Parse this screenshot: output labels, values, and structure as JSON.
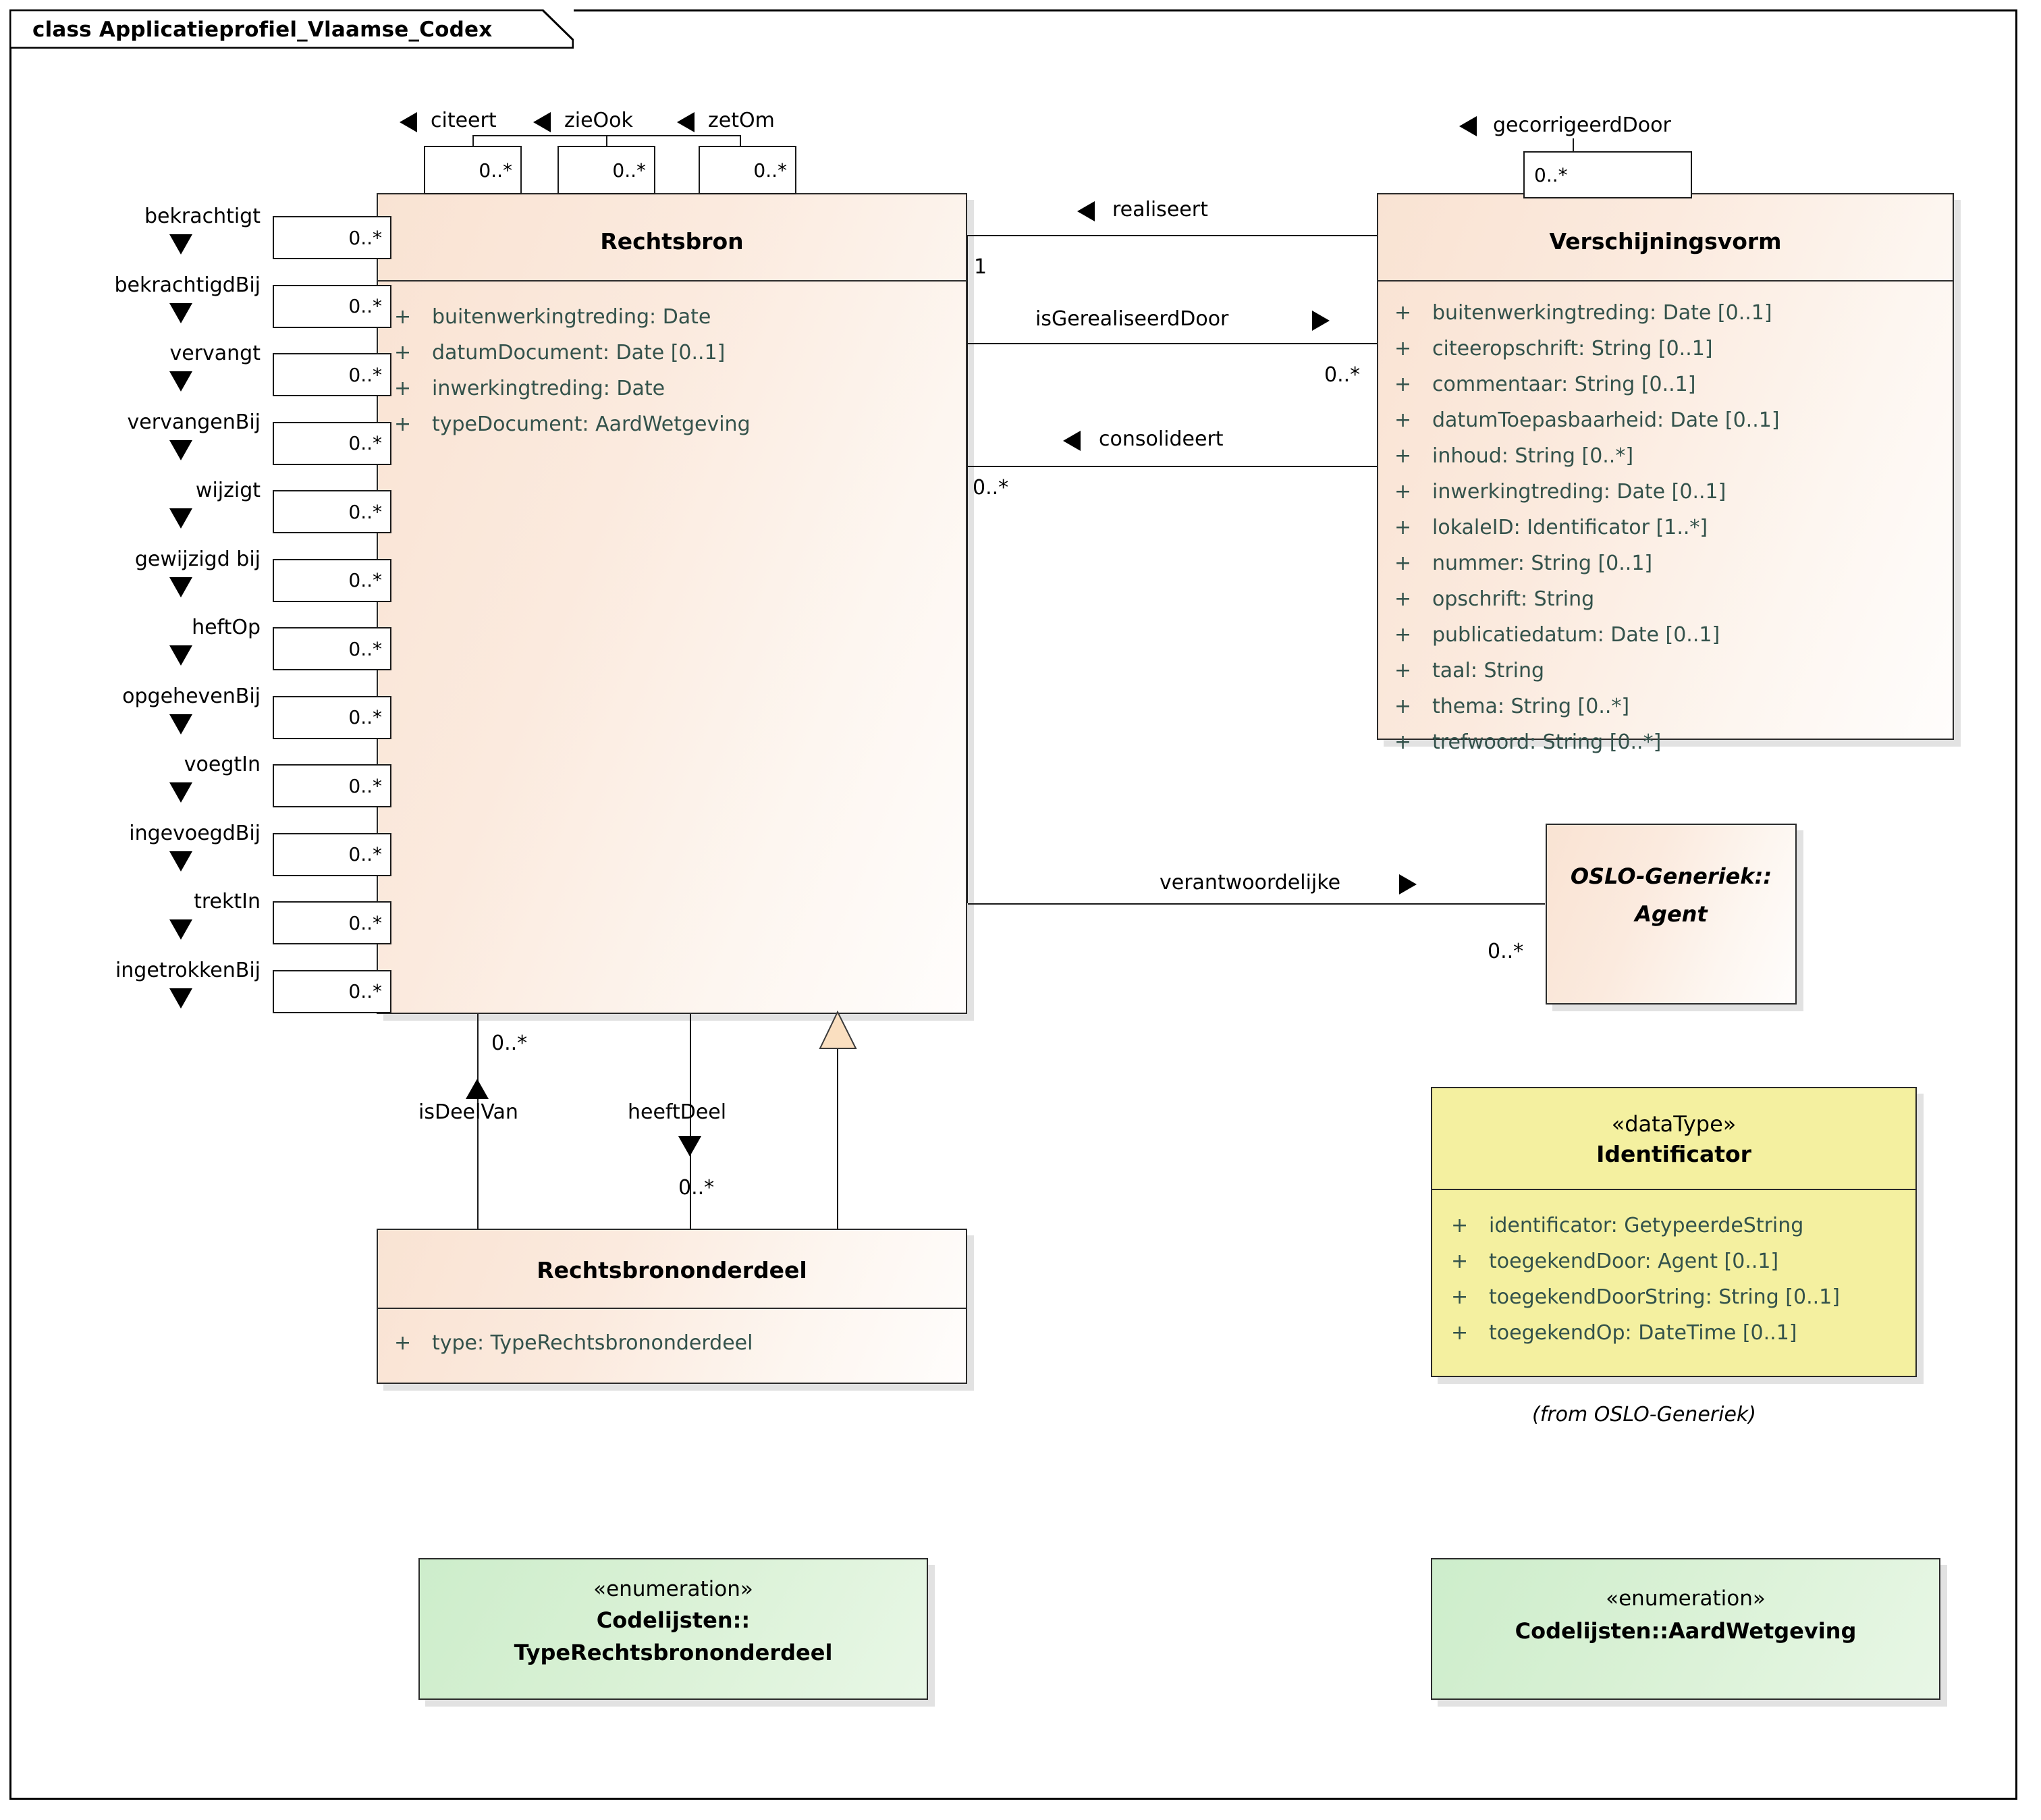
{
  "diagram": {
    "frame_title": "class Applicatieprofiel_Vlaamse_Codex",
    "colors": {
      "class_fill": "#fbeade",
      "datatype_fill": "#f4f0a0",
      "enum_fill": "#d9f1d5",
      "line": "#1a1a1a",
      "attr_text": "#33524b"
    }
  },
  "classes": {
    "rechtsbron": {
      "name": "Rechtsbron",
      "attributes": [
        {
          "visibility": "+",
          "text": "buitenwerkingtreding: Date"
        },
        {
          "visibility": "+",
          "text": "datumDocument: Date [0..1]"
        },
        {
          "visibility": "+",
          "text": "inwerkingtreding: Date"
        },
        {
          "visibility": "+",
          "text": "typeDocument: AardWetgeving"
        }
      ]
    },
    "verschijningsvorm": {
      "name": "Verschijningsvorm",
      "attributes": [
        {
          "visibility": "+",
          "text": "buitenwerkingtreding: Date [0..1]"
        },
        {
          "visibility": "+",
          "text": "citeeropschrift: String [0..1]"
        },
        {
          "visibility": "+",
          "text": "commentaar: String [0..1]"
        },
        {
          "visibility": "+",
          "text": "datumToepasbaarheid: Date [0..1]"
        },
        {
          "visibility": "+",
          "text": "inhoud: String [0..*]"
        },
        {
          "visibility": "+",
          "text": "inwerkingtreding: Date [0..1]"
        },
        {
          "visibility": "+",
          "text": "lokaleID: Identificator [1..*]"
        },
        {
          "visibility": "+",
          "text": "nummer: String [0..1]"
        },
        {
          "visibility": "+",
          "text": "opschrift: String"
        },
        {
          "visibility": "+",
          "text": "publicatiedatum: Date [0..1]"
        },
        {
          "visibility": "+",
          "text": "taal: String"
        },
        {
          "visibility": "+",
          "text": "thema: String [0..*]"
        },
        {
          "visibility": "+",
          "text": "trefwoord: String [0..*]"
        }
      ]
    },
    "agent": {
      "name_line1": "OSLO-Generiek::",
      "name_line2": "Agent"
    },
    "rechtsbrononderdeel": {
      "name": "Rechtsbrononderdeel",
      "attributes": [
        {
          "visibility": "+",
          "text": "type: TypeRechtsbrononderdeel"
        }
      ]
    },
    "identificator": {
      "stereotype": "«dataType»",
      "name": "Identificator",
      "attributes": [
        {
          "visibility": "+",
          "text": "identificator: GetypeerdeString"
        },
        {
          "visibility": "+",
          "text": "toegekendDoor: Agent [0..1]"
        },
        {
          "visibility": "+",
          "text": "toegekendDoorString: String [0..1]"
        },
        {
          "visibility": "+",
          "text": "toegekendOp: DateTime [0..1]"
        }
      ],
      "from_note": "(from OSLO-Generiek)"
    },
    "enum_typerechtsbrononderdeel": {
      "stereotype": "«enumeration»",
      "name_line1": "Codelijsten::",
      "name_line2": "TypeRechtsbrononderdeel"
    },
    "enum_aardwetgeving": {
      "stereotype": "«enumeration»",
      "name_line1": "Codelijsten::AardWetgeving",
      "name_line2": ""
    }
  },
  "top_associations": [
    {
      "label": "citeert",
      "multiplicity": "0..*"
    },
    {
      "label": "zieOok",
      "multiplicity": "0..*"
    },
    {
      "label": "zetOm",
      "multiplicity": "0..*"
    },
    {
      "label": "gecorrigeerdDoor",
      "multiplicity": "0..*"
    }
  ],
  "left_associations": [
    {
      "label": "bekrachtigt",
      "multiplicity": "0..*"
    },
    {
      "label": "bekrachtigdBij",
      "multiplicity": "0..*"
    },
    {
      "label": "vervangt",
      "multiplicity": "0..*"
    },
    {
      "label": "vervangenBij",
      "multiplicity": "0..*"
    },
    {
      "label": "wijzigt",
      "multiplicity": "0..*"
    },
    {
      "label": "gewijzigd bij",
      "multiplicity": "0..*"
    },
    {
      "label": "heftOp",
      "multiplicity": "0..*"
    },
    {
      "label": "opgehevenBij",
      "multiplicity": "0..*"
    },
    {
      "label": "voegtIn",
      "multiplicity": "0..*"
    },
    {
      "label": "ingevoegdBij",
      "multiplicity": "0..*"
    },
    {
      "label": "trektIn",
      "multiplicity": "0..*"
    },
    {
      "label": "ingetrokkenBij",
      "multiplicity": "0..*"
    }
  ],
  "center_associations": [
    {
      "label": "realiseert",
      "direction": "left",
      "source_mult": "1",
      "target_mult": ""
    },
    {
      "label": "isGerealiseerdDoor",
      "direction": "right",
      "source_mult": "",
      "target_mult": "0..*"
    },
    {
      "label": "consolideert",
      "direction": "left",
      "source_mult": "0..*",
      "target_mult": ""
    },
    {
      "label": "verantwoordelijke",
      "direction": "right",
      "source_mult": "",
      "target_mult": "0..*"
    }
  ],
  "bottom_associations": [
    {
      "label": "isDeelVan",
      "multiplicity": "0..*"
    },
    {
      "label": "heeftDeel",
      "multiplicity": "0..*"
    }
  ]
}
